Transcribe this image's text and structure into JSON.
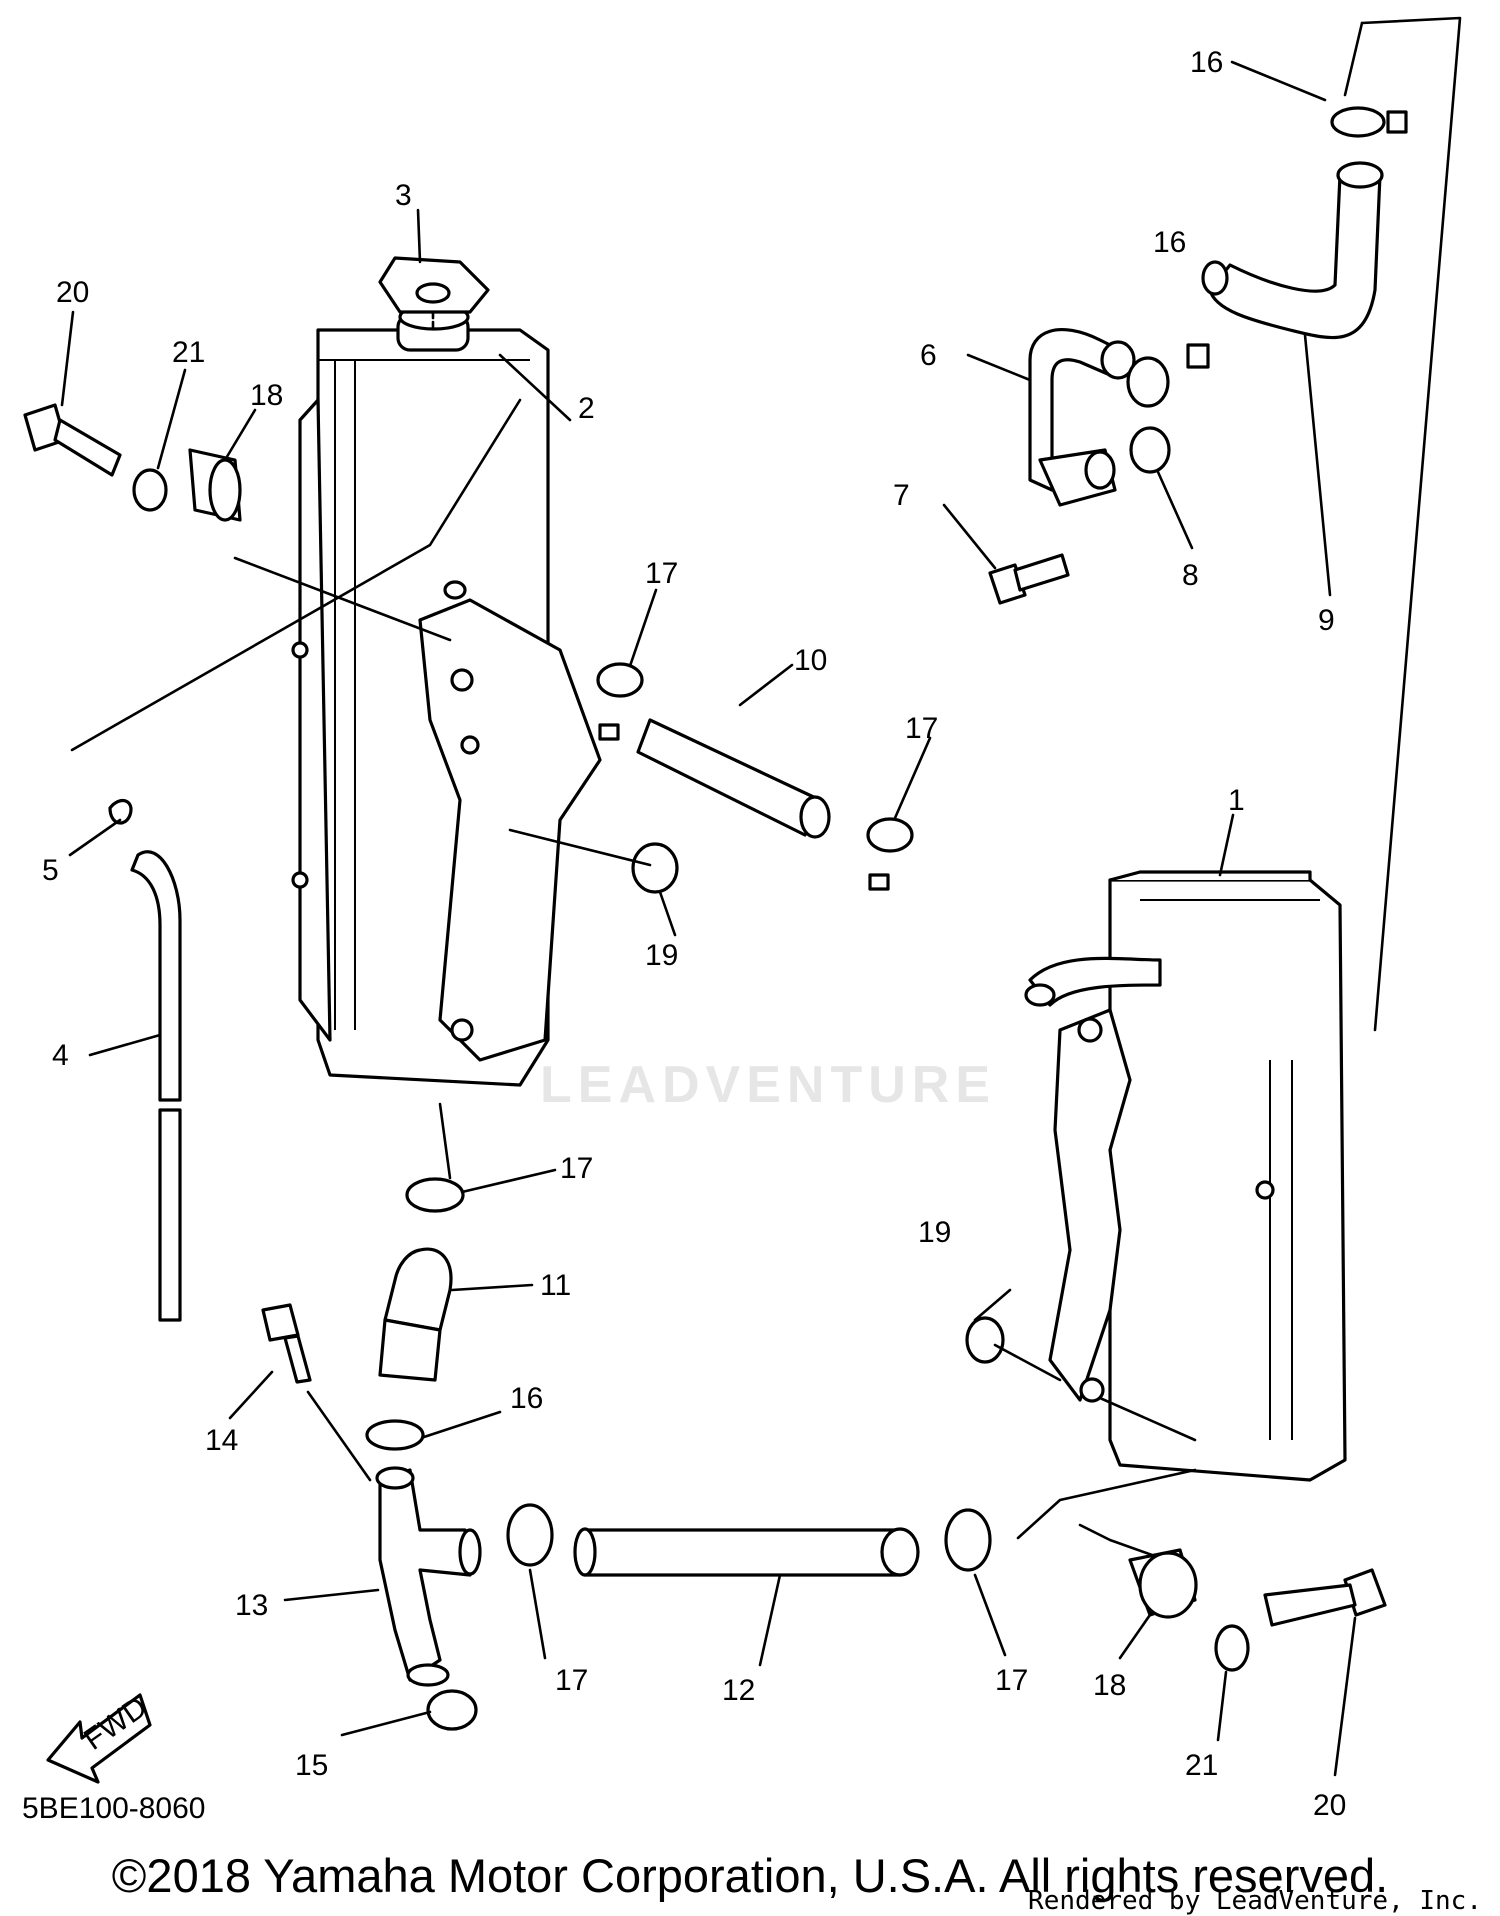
{
  "diagram_code": "5BE100-8060",
  "copyright": "©2018 Yamaha Motor Corporation, U.S.A. All rights reserved.",
  "rendered_by": "Rendered by LeadVenture, Inc.",
  "watermark": "LEADVENTURE",
  "fwd_label": "FWD",
  "callouts": {
    "c1": "1",
    "c2": "2",
    "c3": "3",
    "c4": "4",
    "c5": "5",
    "c6": "6",
    "c7": "7",
    "c8": "8",
    "c9": "9",
    "c10": "10",
    "c11": "11",
    "c12": "12",
    "c13": "13",
    "c14": "14",
    "c15": "15",
    "c16a": "16",
    "c16b": "16",
    "c16c": "16",
    "c17a": "17",
    "c17b": "17",
    "c17c": "17",
    "c17d": "17",
    "c17e": "17",
    "c18a": "18",
    "c18b": "18",
    "c19a": "19",
    "c19b": "19",
    "c20a": "20",
    "c20b": "20",
    "c21a": "21",
    "c21b": "21"
  }
}
